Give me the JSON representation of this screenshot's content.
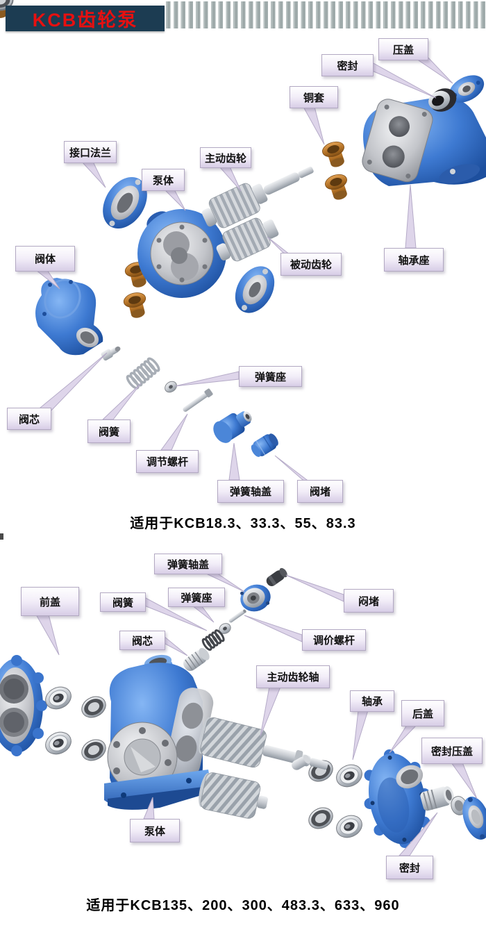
{
  "header": {
    "title": "KCB齿轮泵"
  },
  "colors": {
    "header_bg": "#1c3c52",
    "title_red": "#e81010",
    "part_blue": "#3e7ad2",
    "copper": "#b06f24",
    "label_bg": "#d7cde6",
    "label_border": "#b2a8c2",
    "stripe_gray": "#a4afaf"
  },
  "top_diagram": {
    "labels": [
      {
        "text": "压盖"
      },
      {
        "text": "密封"
      },
      {
        "text": "铜套"
      },
      {
        "text": "接口法兰"
      },
      {
        "text": "泵体"
      },
      {
        "text": "主动齿轮"
      },
      {
        "text": "被动齿轮"
      },
      {
        "text": "轴承座"
      },
      {
        "text": "阀体"
      },
      {
        "text": "阀芯"
      },
      {
        "text": "阀簧"
      },
      {
        "text": "调节螺杆"
      },
      {
        "text": "弹簧座"
      },
      {
        "text": "弹簧轴盖"
      },
      {
        "text": "阀堵"
      }
    ],
    "caption": "适用于KCB18.3、33.3、55、83.3"
  },
  "bottom_diagram": {
    "labels": [
      {
        "text": "弹簧轴盖"
      },
      {
        "text": "弹簧座"
      },
      {
        "text": "阀簧"
      },
      {
        "text": "阀芯"
      },
      {
        "text": "闷堵"
      },
      {
        "text": "调价螺杆"
      },
      {
        "text": "前盖"
      },
      {
        "text": "主动齿轮轴"
      },
      {
        "text": "轴承"
      },
      {
        "text": "后盖"
      },
      {
        "text": "密封压盖"
      },
      {
        "text": "泵体"
      },
      {
        "text": "密封"
      }
    ],
    "caption": "适用于KCB135、200、300、483.3、633、960"
  }
}
